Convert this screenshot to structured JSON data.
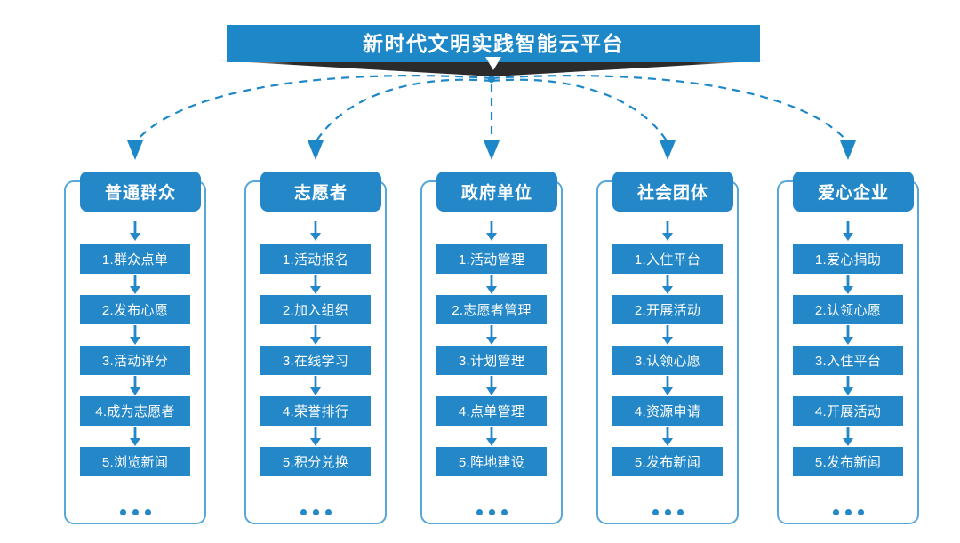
{
  "banner": {
    "title": "新时代文明实践智能云平台",
    "color": "#1e87c8",
    "shadow_color": "#2b2b2b",
    "notch_icon": "chevron-down-icon"
  },
  "theme": {
    "accent": "#2387c8",
    "frame_border": "#56a8d8",
    "connector": "#1e87c8",
    "background": "#ffffff",
    "text_on_accent": "#ffffff"
  },
  "connectors": {
    "style": "dashed",
    "arrow_icon": "arrow-down-icon",
    "origin_label": "platform-hub",
    "count": 5
  },
  "columns": [
    {
      "id": "general-public",
      "header": "普通群众",
      "items": [
        "1.群众点单",
        "2.发布心愿",
        "3.活动评分",
        "4.成为志愿者",
        "5.浏览新闻"
      ],
      "more": "···"
    },
    {
      "id": "volunteer",
      "header": "志愿者",
      "items": [
        "1.活动报名",
        "2.加入组织",
        "3.在线学习",
        "4.荣誉排行",
        "5.积分兑换"
      ],
      "more": "···"
    },
    {
      "id": "government-unit",
      "header": "政府单位",
      "items": [
        "1.活动管理",
        "2.志愿者管理",
        "3.计划管理",
        "4.点单管理",
        "5.阵地建设"
      ],
      "more": "···"
    },
    {
      "id": "social-group",
      "header": "社会团体",
      "items": [
        "1.入住平台",
        "2.开展活动",
        "3.认领心愿",
        "4.资源申请",
        "5.发布新闻"
      ],
      "more": "···"
    },
    {
      "id": "caring-enterprise",
      "header": "爱心企业",
      "items": [
        "1.爱心捐助",
        "2.认领心愿",
        "3.入住平台",
        "4.开展活动",
        "5.发布新闻"
      ],
      "more": "···"
    }
  ]
}
